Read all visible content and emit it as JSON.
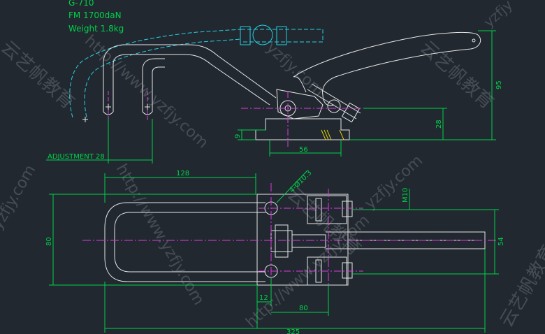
{
  "colors": {
    "background": "#212830",
    "part_outline": "#e6e6e6",
    "dimension": "#00d24a",
    "centerline": "#e03ae0",
    "phantom": "#28d0e0",
    "hatch": "#d8d000"
  },
  "notes": {
    "line1": "G-710",
    "line2": "FM 1700daN",
    "line3": "Weight 1.8kg"
  },
  "dimensions": {
    "adjustment": "ADJUSTMENT 28",
    "height_95": "95",
    "height_28": "28",
    "base_9": "9",
    "base_56": "56",
    "length_128": "128",
    "holes": "4-Ø10.3",
    "thread": "M10",
    "width_80": "80",
    "width_54": "54",
    "offset_12": "12",
    "distance_80": "80",
    "length_325": "325"
  },
  "watermarks": {
    "url": "http://www.yzfjy.com",
    "brand": "云艺帆教育",
    "short": "yzfjy.com",
    "corner": "yzfjy"
  }
}
